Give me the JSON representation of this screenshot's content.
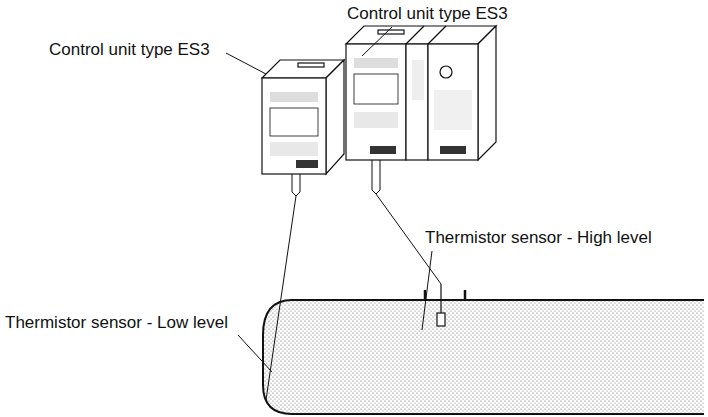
{
  "diagram": {
    "labels": [
      "Control unit type ES3",
      "Control unit type ES3",
      "Thermistor sensor - High level",
      "Thermistor sensor - Low level"
    ]
  }
}
